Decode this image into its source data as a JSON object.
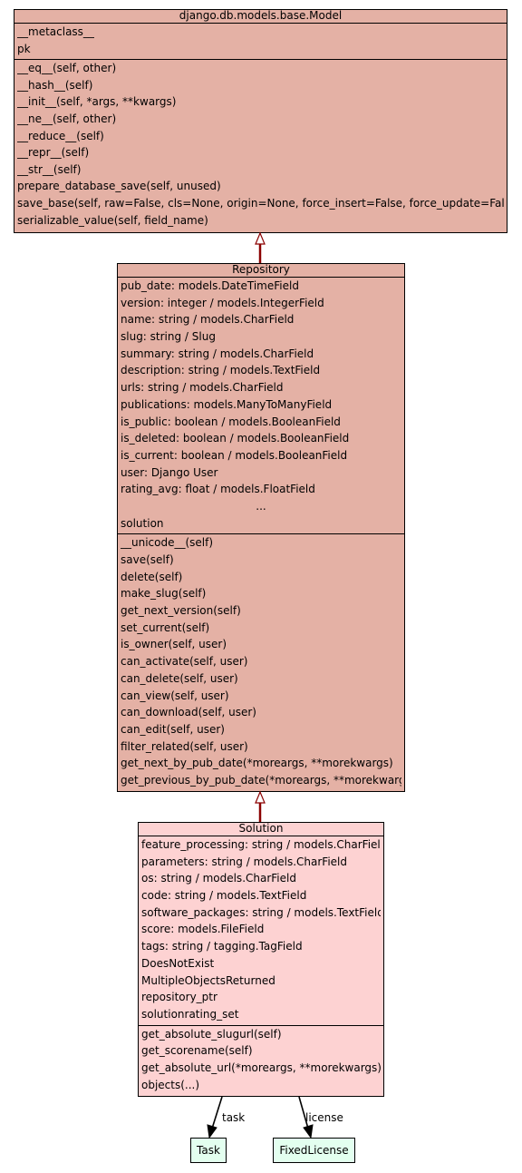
{
  "model": {
    "title": "django.db.models.base.Model",
    "attributes": [
      "__metaclass__",
      "pk"
    ],
    "methods": [
      "__eq__(self, other)",
      "__hash__(self)",
      "__init__(self, *args, **kwargs)",
      "__ne__(self, other)",
      "__reduce__(self)",
      "__repr__(self)",
      "__str__(self)",
      "prepare_database_save(self, unused)",
      "save_base(self, raw=False, cls=None, origin=None, force_insert=False, force_update=False)",
      "serializable_value(self, field_name)"
    ]
  },
  "repository": {
    "title": "Repository",
    "attributes": [
      "pub_date: models.DateTimeField",
      "version: integer / models.IntegerField",
      "name: string / models.CharField",
      "slug: string / Slug",
      "summary: string / models.CharField",
      "description: string / models.TextField",
      "urls: string / models.CharField",
      "publications: models.ManyToManyField",
      "is_public: boolean / models.BooleanField",
      "is_deleted: boolean / models.BooleanField",
      "is_current: boolean / models.BooleanField",
      "user: Django User",
      "rating_avg: float / models.FloatField",
      "...",
      "solution"
    ],
    "methods": [
      "__unicode__(self)",
      "save(self)",
      "delete(self)",
      "make_slug(self)",
      "get_next_version(self)",
      "set_current(self)",
      "is_owner(self, user)",
      "can_activate(self, user)",
      "can_delete(self, user)",
      "can_view(self, user)",
      "can_download(self, user)",
      "can_edit(self, user)",
      "filter_related(self, user)",
      "get_next_by_pub_date(*moreargs, **morekwargs)",
      "get_previous_by_pub_date(*moreargs, **morekwargs)"
    ]
  },
  "solution": {
    "title": "Solution",
    "attributes": [
      "feature_processing: string / models.CharField",
      "parameters: string / models.CharField",
      "os: string / models.CharField",
      "code: string / models.TextField",
      "software_packages: string / models.TextField",
      "score: models.FileField",
      "tags: string / tagging.TagField",
      "DoesNotExist",
      "MultipleObjectsReturned",
      "repository_ptr",
      "solutionrating_set"
    ],
    "methods": [
      "get_absolute_slugurl(self)",
      "get_scorename(self)",
      "get_absolute_url(*moreargs, **morekwargs)",
      "objects(...)"
    ]
  },
  "task": {
    "title": "Task"
  },
  "fixed_license": {
    "title": "FixedLicense"
  },
  "edges": {
    "task_label": "task",
    "license_label": "license"
  },
  "colors": {
    "parent_fill": "#e4b1a5",
    "solution_fill": "#fdd2d2",
    "leaf_fill": "#e3ffef",
    "inheritance_stroke": "#8b0000"
  }
}
